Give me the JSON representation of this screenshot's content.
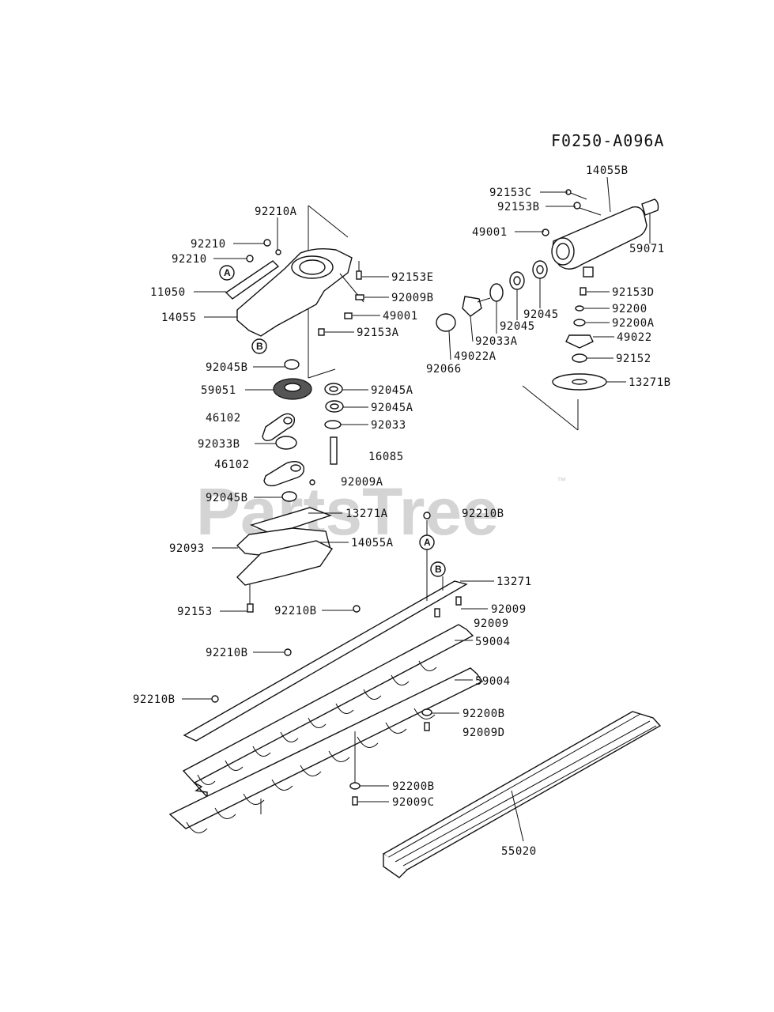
{
  "diagram_code": "F0250-A096A",
  "watermark": "PartsTree",
  "watermark_tm": "™",
  "callouts": {
    "a": "A",
    "b": "B"
  },
  "labels": {
    "p14055B": "14055B",
    "p92153C": "92153C",
    "p92153B": "92153B",
    "p49001_r": "49001",
    "p59071": "59071",
    "p92153D": "92153D",
    "p92200": "92200",
    "p92200A": "92200A",
    "p49022": "49022",
    "p92152": "92152",
    "p13271B": "13271B",
    "p92066": "92066",
    "p49022A": "49022A",
    "p92033A": "92033A",
    "p92045_a": "92045",
    "p92045_b": "92045",
    "p92210A": "92210A",
    "p92210_a": "92210",
    "p92210_b": "92210",
    "p11050": "11050",
    "p14055": "14055",
    "p92153E": "92153E",
    "p92009B": "92009B",
    "p49001_l": "49001",
    "p92153A": "92153A",
    "p92045B_a": "92045B",
    "p59051": "59051",
    "p92045A_a": "92045A",
    "p92045A_b": "92045A",
    "p46102_a": "46102",
    "p92033B": "92033B",
    "p92033": "92033",
    "p46102_b": "46102",
    "p16085": "16085",
    "p92009A": "92009A",
    "p92045B_b": "92045B",
    "p13271A": "13271A",
    "p92210B_r": "92210B",
    "p92093": "92093",
    "p14055A": "14055A",
    "p13271": "13271",
    "p92153": "92153",
    "p92210B_m": "92210B",
    "p92009_a": "92009",
    "p92009_b": "92009",
    "p59004_a": "59004",
    "p92210B_l": "92210B",
    "p59004_b": "59004",
    "p92210B_f": "92210B",
    "p92200B_a": "92200B",
    "p92009D": "92009D",
    "p92200B_b": "92200B",
    "p92009C": "92009C",
    "p55020": "55020"
  }
}
